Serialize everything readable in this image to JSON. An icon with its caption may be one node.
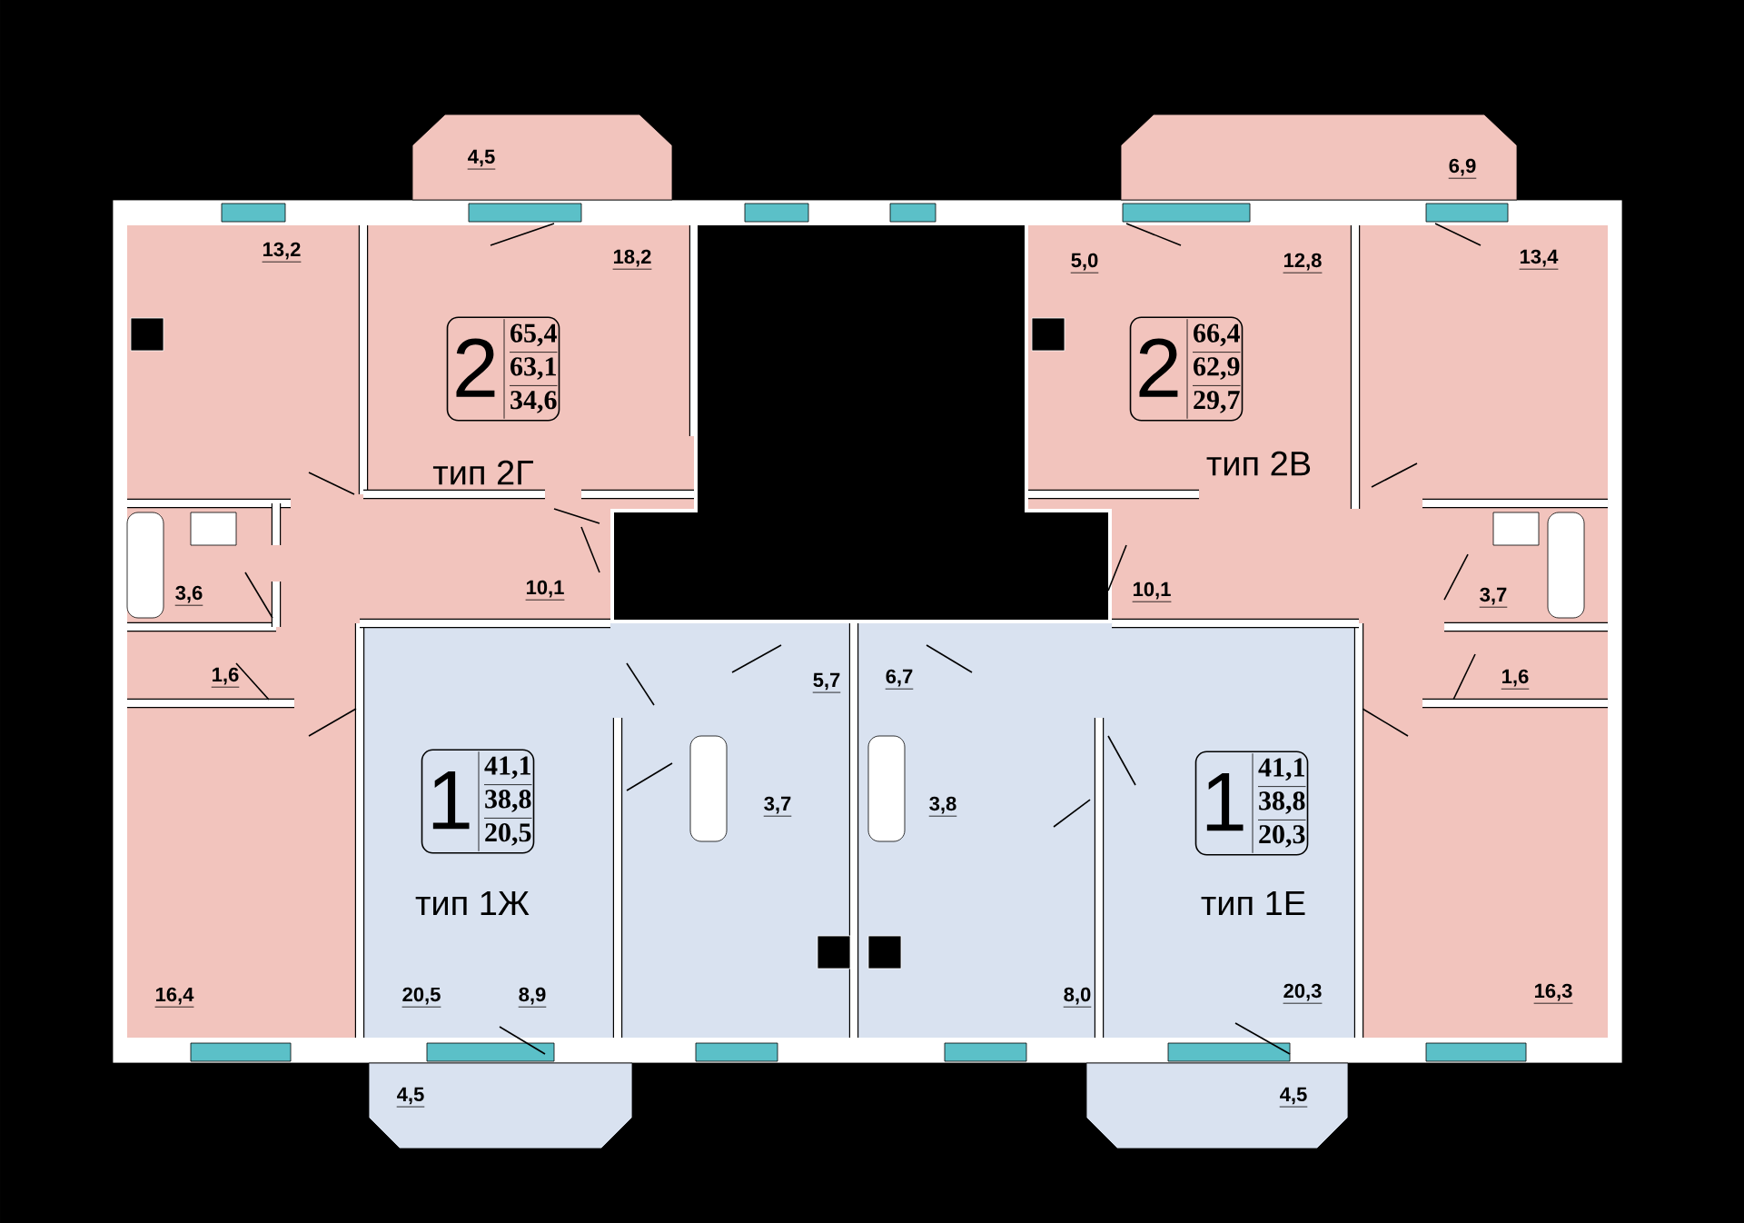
{
  "diagram": {
    "nodes": [
      {
        "text": [
          "2",
          "65,4",
          "63,1",
          "34,6"
        ],
        "beside": [
          "тип 2Г"
        ]
      },
      {
        "text": [
          "2",
          "66,4",
          "62,9",
          "29,7"
        ],
        "beside": [
          "тип 2В"
        ]
      },
      {
        "text": [
          "1",
          "41,1",
          "38,8",
          "20,5"
        ],
        "beside": [
          "тип 1Ж"
        ]
      },
      {
        "text": [
          "1",
          "41,1",
          "38,8",
          "20,3"
        ],
        "beside": [
          "тип 1Е"
        ]
      }
    ],
    "labels": [
      "4,5",
      "6,9",
      "13,2",
      "18,2",
      "5,0",
      "12,8",
      "13,4",
      "3,6",
      "10,1",
      "10,1",
      "3,7",
      "1,6",
      "5,7",
      "6,7",
      "1,6",
      "3,7",
      "3,8",
      "16,4",
      "20,5",
      "8,9",
      "8,0",
      "20,3",
      "16,3",
      "4,5",
      "4,5"
    ]
  }
}
